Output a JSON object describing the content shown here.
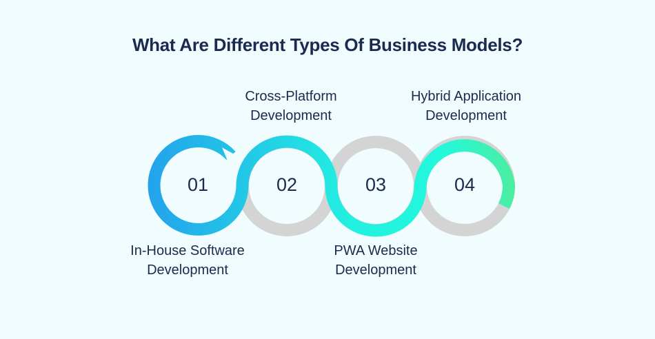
{
  "title": "What Are Different Types Of Business Models?",
  "colors": {
    "background": "#f0fcfe",
    "text": "#1b2a4e",
    "track_gray": "#d4d4d4",
    "gradient_start": "#23a2ec",
    "gradient_mid": "#22f0e0",
    "gradient_end": "#4ded9f"
  },
  "steps": [
    {
      "number": "01",
      "label_line1": "In-House Software",
      "label_line2": "Development",
      "label_position": "bottom"
    },
    {
      "number": "02",
      "label_line1": "Cross-Platform",
      "label_line2": "Development",
      "label_position": "top"
    },
    {
      "number": "03",
      "label_line1": "PWA Website",
      "label_line2": "Development",
      "label_position": "bottom"
    },
    {
      "number": "04",
      "label_line1": "Hybrid Application",
      "label_line2": "Development",
      "label_position": "top"
    }
  ]
}
